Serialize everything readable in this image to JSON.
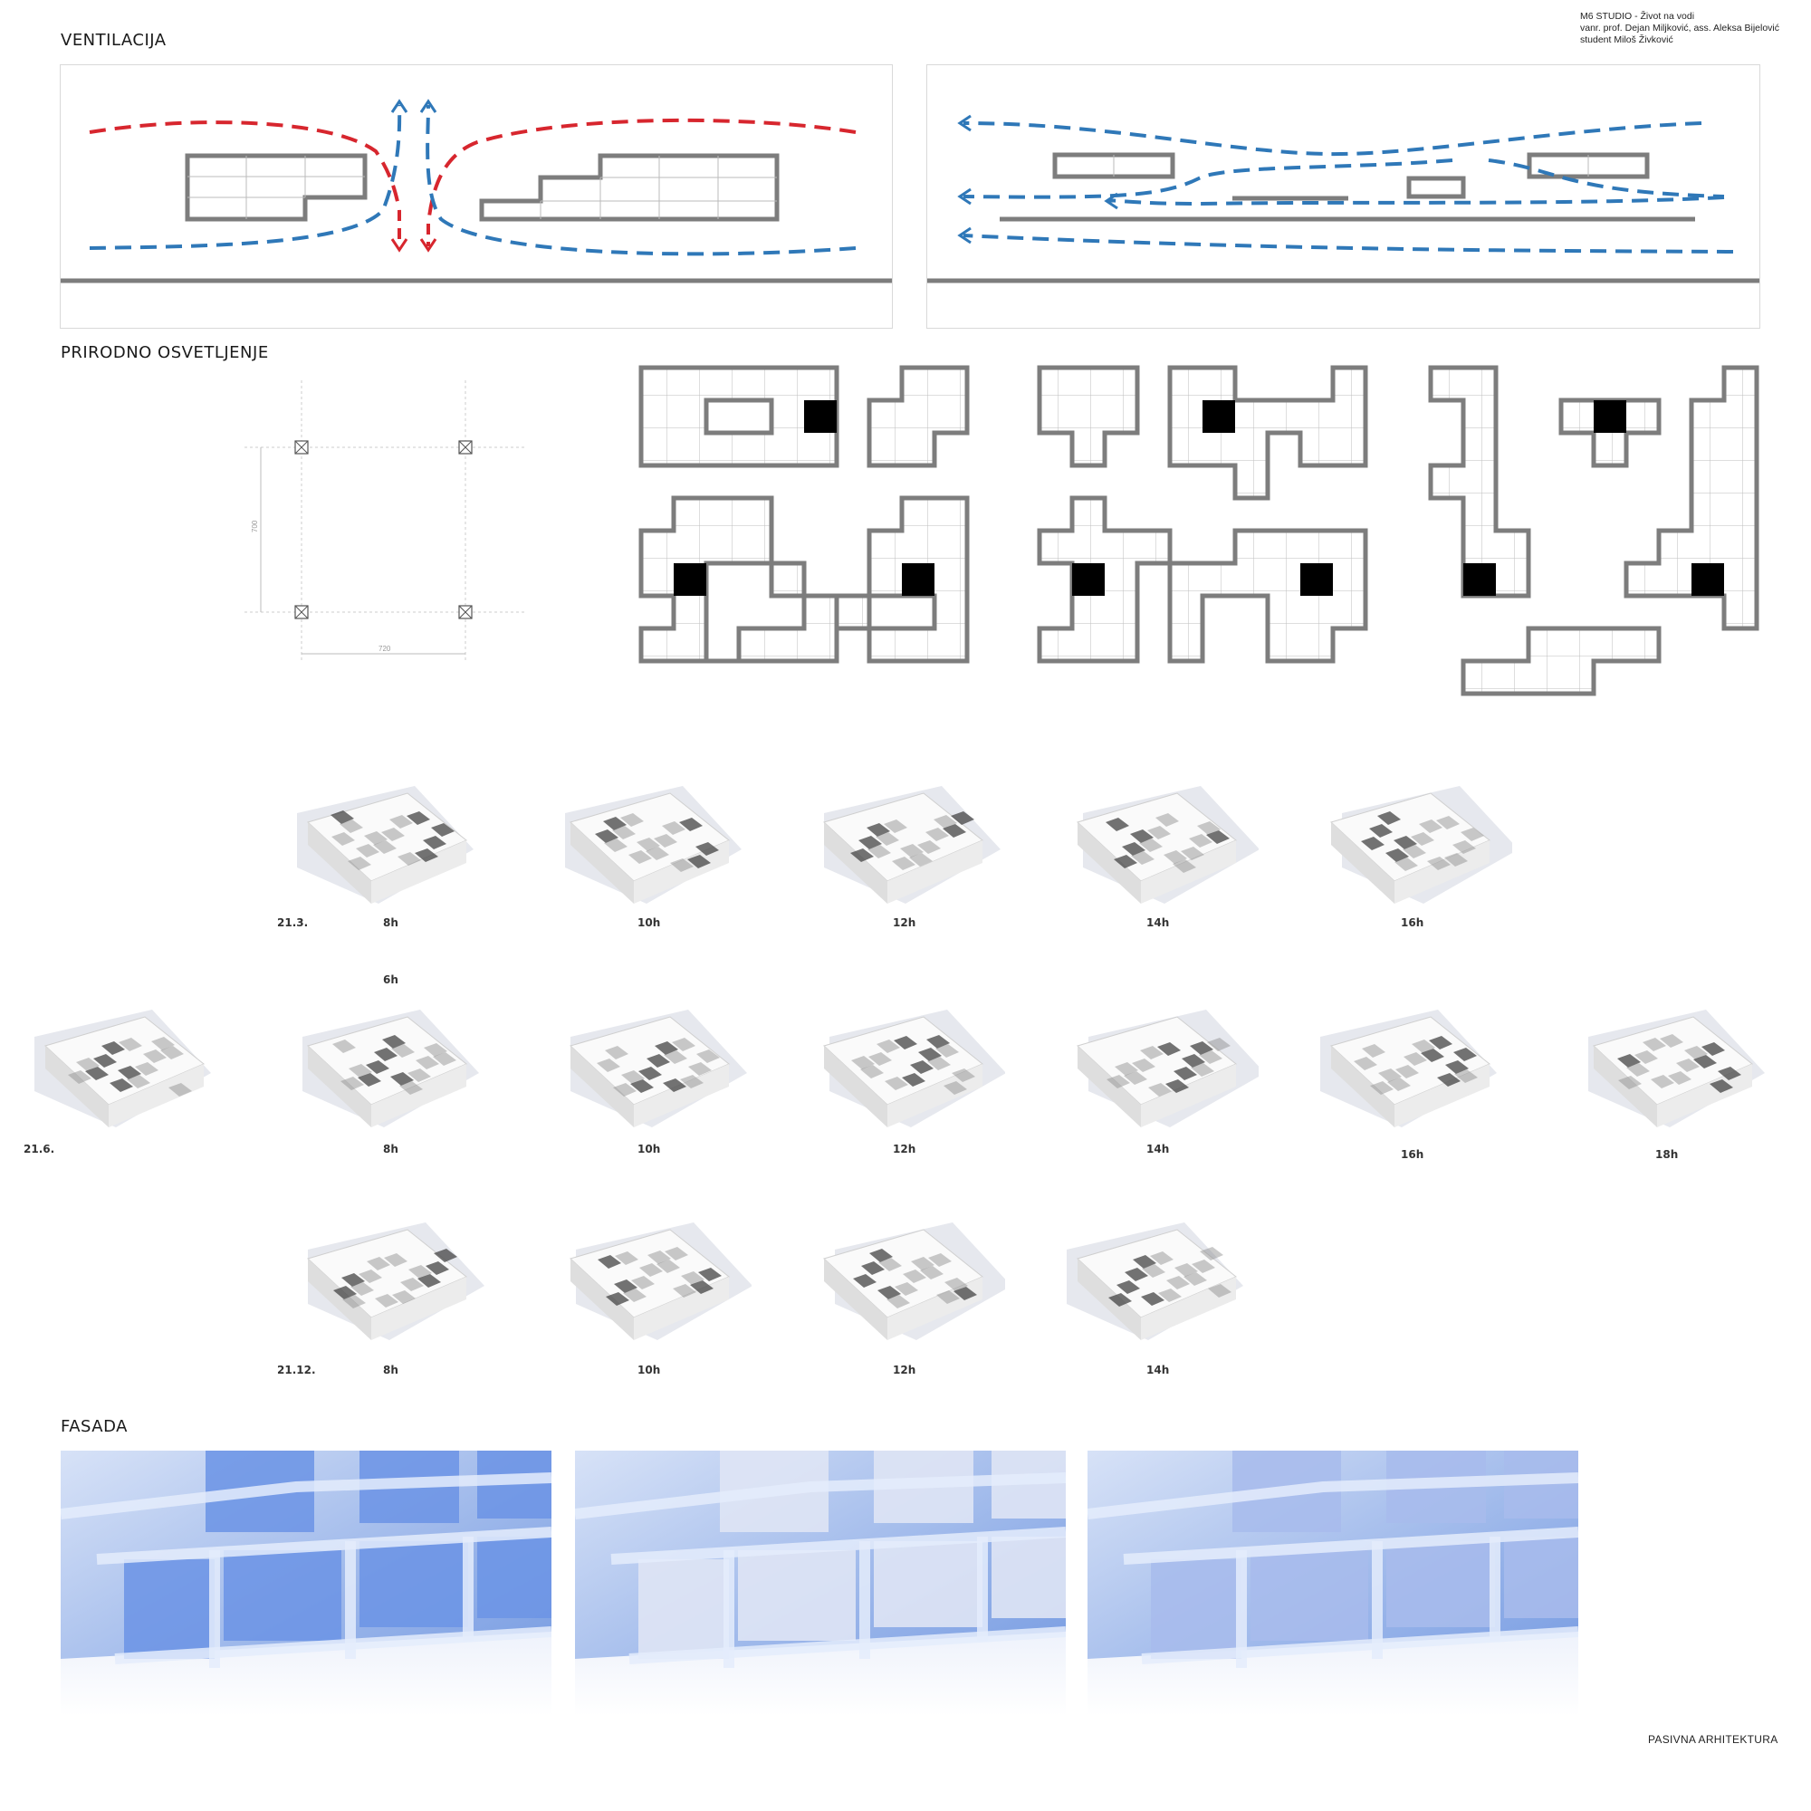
{
  "credits": {
    "line1": "M6 STUDIO  - Život na vodi",
    "line2": "vanr. prof. Dejan Miljković, ass. Aleksa Bijelović",
    "line3": "student Miloš Živković"
  },
  "sections": {
    "ventilation": "VENTILACIJA",
    "lighting": "PRIRODNO OSVETLJENJE",
    "facade": "FASADA"
  },
  "grid_dimensions": {
    "vertical": "700",
    "horizontal": "720"
  },
  "colors": {
    "warm_air": "#d7262e",
    "cool_air": "#2f78b8",
    "outline": "#7d7d7d",
    "facade_blue": "#6e95e0"
  },
  "shadow_study": {
    "mar": {
      "date": "21.3.",
      "times": [
        "8h",
        "10h",
        "12h",
        "14h",
        "16h"
      ]
    },
    "jun": {
      "date": "21.6.",
      "times": [
        "6h",
        "8h",
        "10h",
        "12h",
        "14h",
        "16h",
        "18h"
      ]
    },
    "dec": {
      "date": "21.12.",
      "times": [
        "8h",
        "10h",
        "12h",
        "14h"
      ]
    }
  },
  "footer": "PASIVNA ARHITEKTURA"
}
